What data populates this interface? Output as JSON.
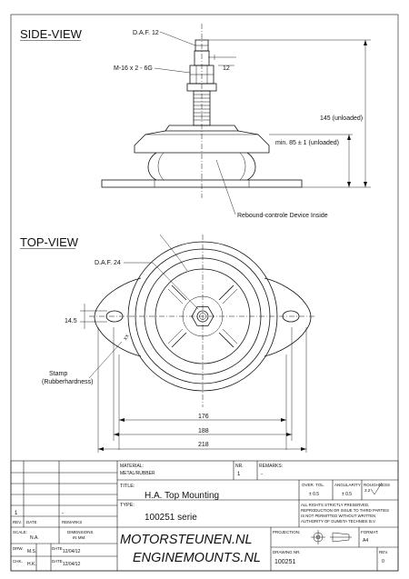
{
  "views": {
    "side_title": "SIDE-VIEW",
    "top_title": "TOP-VIEW"
  },
  "side_view": {
    "daf_label": "D.A.F. 12",
    "thread_label": "M-16 x 2 - 6G",
    "dim_12": "12",
    "height_unloaded": "145 (unloaded)",
    "min_height": "min. 85 ± 1 (unloaded)",
    "rebound_label": "Rebound-controle Device Inside"
  },
  "top_view": {
    "daf_label": "D.A.F. 24",
    "dim_14_5": "14.5",
    "stamp_label_1": "Stamp",
    "stamp_label_2": "(Rubberhardness)",
    "mark_xx": "XX",
    "dim_176": "176",
    "dim_188": "188",
    "dim_218": "218"
  },
  "title_block": {
    "material_label": "MATERIAL:",
    "material_value": "METAL/RUBBER",
    "nr_label": "NR.",
    "nr_value": "1",
    "remarks_label": "REMARKS:",
    "remarks_value": "-",
    "title_label": "TITLE:",
    "title_value": "H.A. Top Mounting",
    "type_label": "TYPE:",
    "type_value": "100251 serie",
    "over_tol_label": "OVER. TOL.",
    "over_tol_value": "± 0.5",
    "angularity_label": "ANGULARITY",
    "angularity_value": "± 0.5",
    "roughness_label": "ROUGHNESS",
    "roughness_value": "3.2",
    "rights_1": "ALL RIGHTS STRICTLY PRESERVED.",
    "rights_2": "REPRODUCTION OR ISSUE TO THIRD PARTIES",
    "rights_3": "IS NOT PERMITTED WITHOUT WRITTEN",
    "rights_4": "AUTHORITY OF GUMETA TECHNIEK B.V.",
    "rev_row_nr": "1",
    "rev_row_remark": "-",
    "rev_label": "REV.",
    "date_label": "DATE",
    "remarks_col_label": "REMARKS",
    "scale_label": "SCALE:",
    "scale_value": "N.A.",
    "dimensions_label_1": "DIMENSIONS",
    "dimensions_label_2": "IN MM.",
    "brand_1": "MOTORSTEUNEN.NL",
    "brand_2": "ENGINEMOUNTS.NL",
    "projection_label": "PROJECTION:",
    "format_label": "FORMAT:",
    "format_value": "A4",
    "drw_label": "DRW.",
    "drw_value": "M.S.",
    "drw_date_label": "DATE",
    "drw_date": "12/04/12",
    "chk_label": "CHK.",
    "chk_value": "H.K.",
    "chk_date_label": "DATE",
    "chk_date": "12/04/12",
    "drawing_nr_label": "DRAWING NR.",
    "drawing_nr_value": "100251",
    "rev_nr_label": "REV.",
    "rev_nr_value": "0"
  }
}
